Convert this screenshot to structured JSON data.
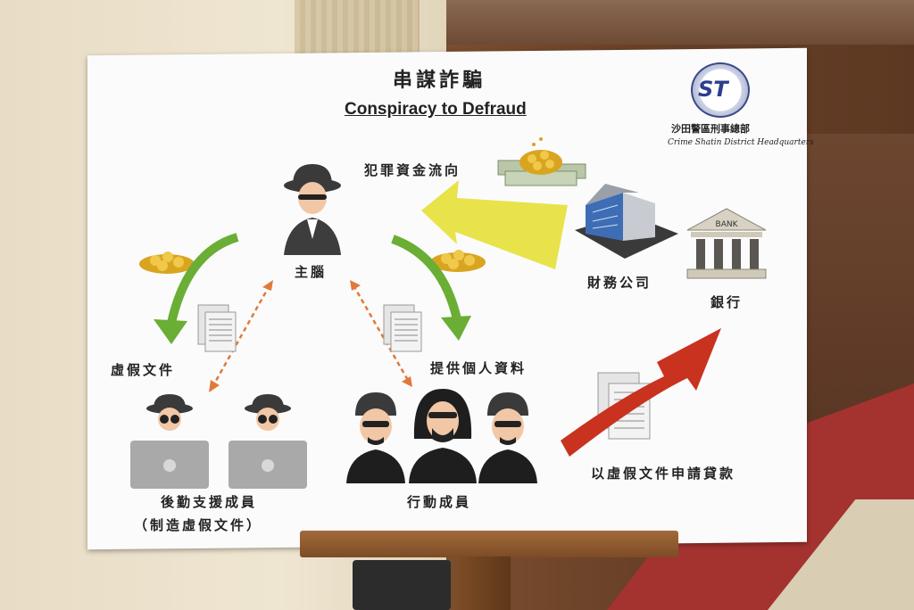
{
  "board": {
    "title_cn": "串謀詐騙",
    "title_en": "Conspiracy to Defraud",
    "logo_text": "ST",
    "hq_cn": "沙田警區刑事總部",
    "hq_en": "Crime Shatin District Headquarters",
    "labels": {
      "crime_money_flow": "犯罪資金流向",
      "mastermind": "主腦",
      "fake_docs": "虛假文件",
      "provide_info": "提供個人資料",
      "finance_company": "財務公司",
      "bank": "銀行",
      "bank_sign": "BANK",
      "apply_loan": "以虛假文件申請貸款",
      "support_members": "後勤支援成員",
      "support_note": "（制造虛假文件）",
      "action_members": "行動成員"
    }
  },
  "colors": {
    "green_arrow": "#6aae35",
    "yellow_arrow": "#e8e34a",
    "red_arrow": "#c9321f",
    "dashed_arrow": "#e07a3a",
    "gold": "#d9a520"
  }
}
